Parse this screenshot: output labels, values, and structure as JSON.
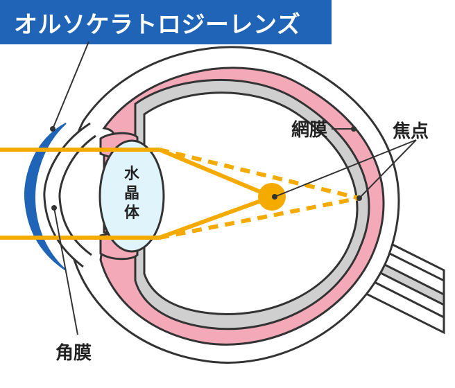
{
  "title": "オルソケラトロジーレンズ",
  "labels": {
    "lens": "水晶体",
    "retina": "網膜",
    "focus": "焦点",
    "cornea": "角膜"
  },
  "colors": {
    "banner": "#1f64b6",
    "light_ray": "#f5aa00",
    "choroid_pink": "#f4a9b8",
    "sclera_gray": "#cfcfcf",
    "lens_fill": "#dff4fb",
    "contact_lens": "#1f64b6",
    "outline": "#333333"
  }
}
